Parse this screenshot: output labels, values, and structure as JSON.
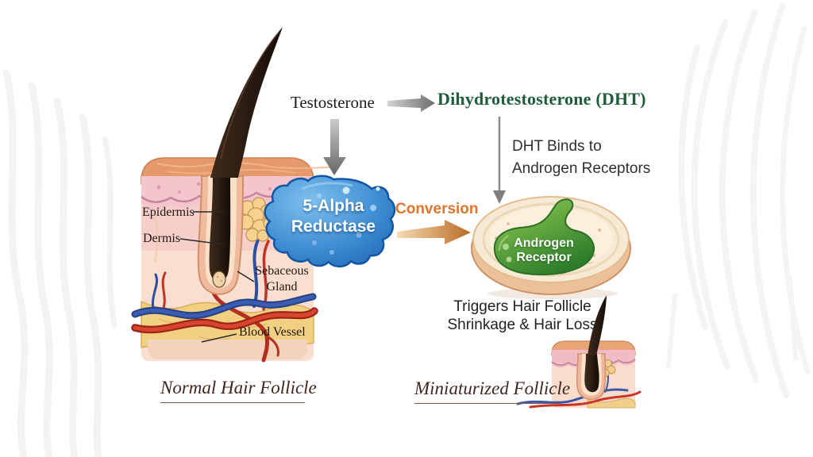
{
  "pathway": {
    "testosterone": "Testosterone",
    "dht": "Dihydrotestosterone (DHT)",
    "dht_binds_line1": "DHT Binds to",
    "dht_binds_line2": "Androgen Receptors",
    "enzyme_line1": "5-Alpha",
    "enzyme_line2": "Reductase",
    "conversion_label": "Conversion",
    "receptor_line1": "Androgen",
    "receptor_line2": "Receptor",
    "effect_line1": "Triggers Hair Follicle",
    "effect_line2": "Shrinkage & Hair Loss"
  },
  "anatomy_labels": {
    "epidermis": "Epidermis",
    "dermis": "Dermis",
    "sebaceous_line1": "Sebaceous",
    "sebaceous_line2": "Gland",
    "blood_vessel": "Blood Vessel"
  },
  "captions": {
    "normal": "Normal Hair Follicle",
    "miniaturized": "Miniaturized Follicle"
  },
  "colors": {
    "dht_green": "#1E5C3A",
    "conversion_orange": "#E0752C",
    "enzyme_blue": "#2E7BC4",
    "receptor_green": "#3F9B35",
    "caption_brown": "#42251E",
    "body_text": "#2F2F2F",
    "arrow_gray": "#7A7A7A",
    "skin_pink": "#F3C6CE",
    "dermis_peach": "#FADFD0",
    "fat_yellow": "#F2D082",
    "vessel_red": "#C23225",
    "vessel_blue": "#2E4E9E"
  },
  "icons": {
    "testosterone_to_dht_arrow": "right-arrow-gray",
    "testosterone_down_arrow": "down-arrow-gray",
    "dht_down_arrow": "thin-down-arrow-gray",
    "conversion_arrow": "right-arrow-orange"
  }
}
